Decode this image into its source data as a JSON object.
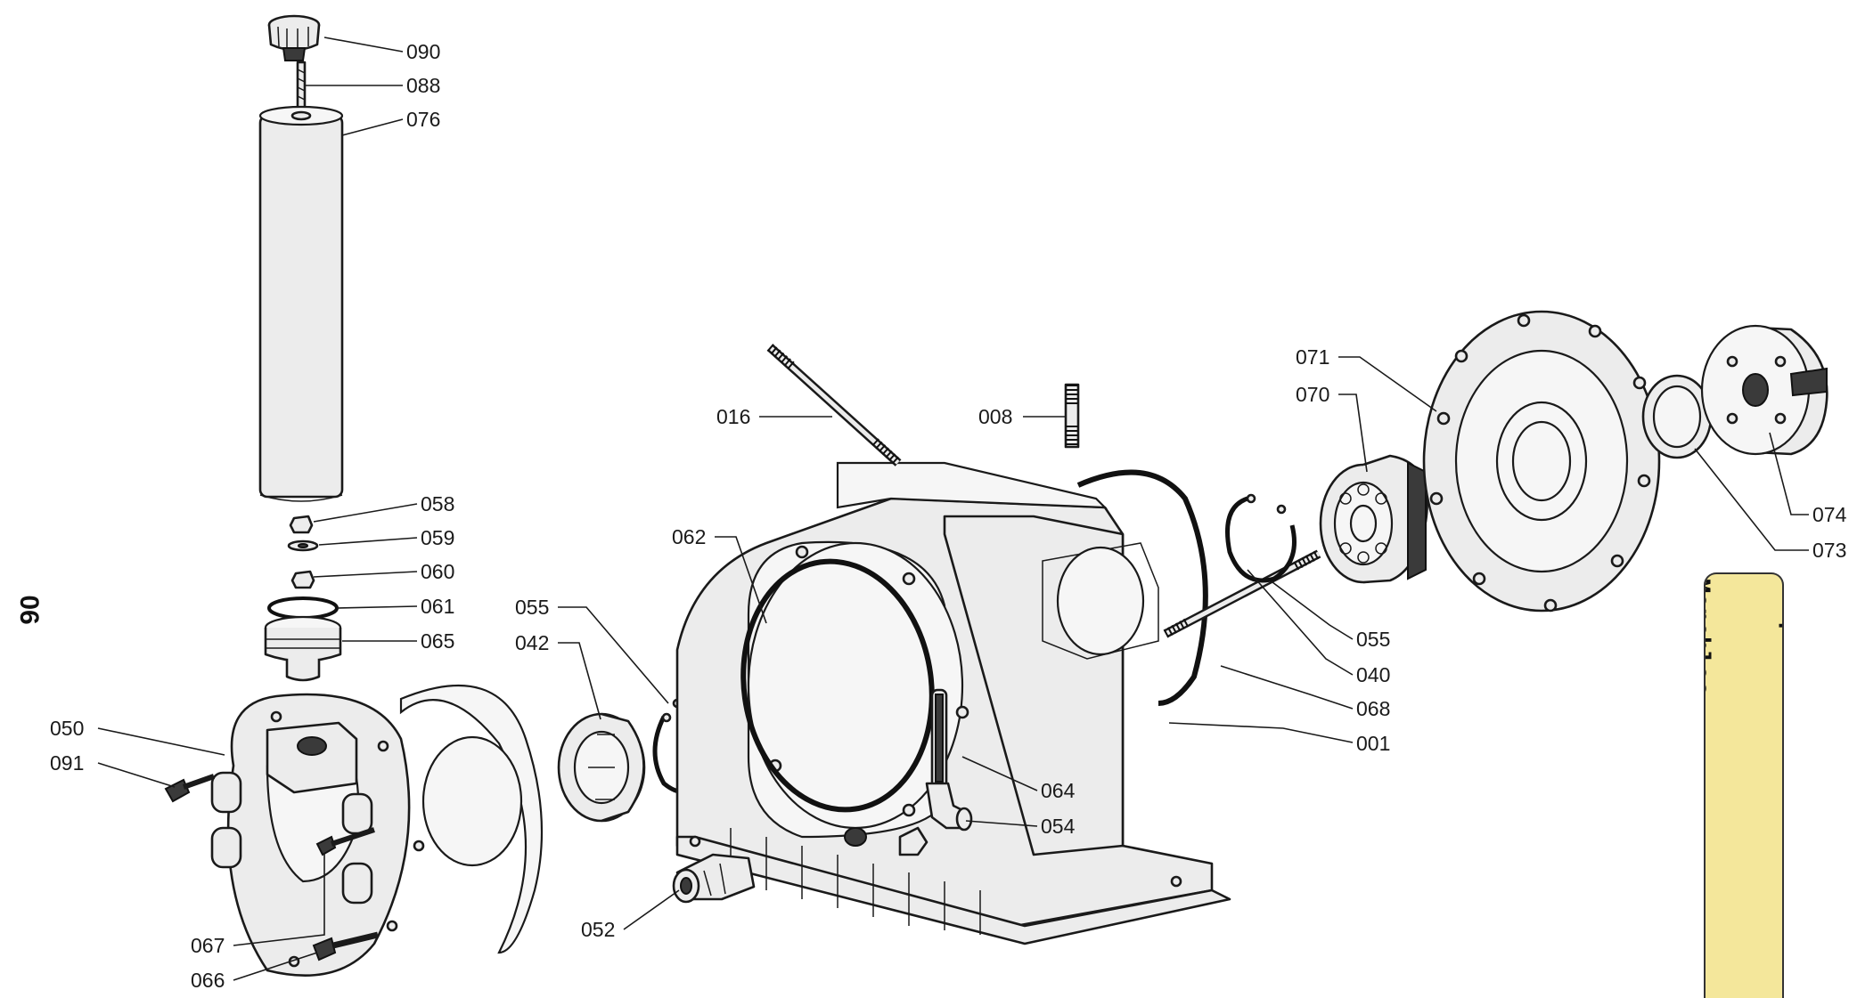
{
  "page": {
    "page_number": "06"
  },
  "side_tab": {
    "line_1": "Compresseur à haute",
    "line_2": "Monobloc"
  },
  "parts": [
    {
      "id": "p090",
      "number": "090",
      "name": "filter-knob"
    },
    {
      "id": "p088",
      "number": "088",
      "name": "threaded-rod"
    },
    {
      "id": "p076",
      "number": "076",
      "name": "filter-cartridge"
    },
    {
      "id": "p058",
      "number": "058",
      "name": "nut"
    },
    {
      "id": "p059",
      "number": "059",
      "name": "washer"
    },
    {
      "id": "p060",
      "number": "060",
      "name": "nut"
    },
    {
      "id": "p061",
      "number": "061",
      "name": "o-ring"
    },
    {
      "id": "p065",
      "number": "065",
      "name": "filter-head"
    },
    {
      "id": "p050",
      "number": "050",
      "name": "front-cover"
    },
    {
      "id": "p091",
      "number": "091",
      "name": "screw"
    },
    {
      "id": "p067",
      "number": "067",
      "name": "screw"
    },
    {
      "id": "p066",
      "number": "066",
      "name": "screw"
    },
    {
      "id": "p055a",
      "number": "055",
      "name": "retaining-ring"
    },
    {
      "id": "p042",
      "number": "042",
      "name": "needle-bearing"
    },
    {
      "id": "p062",
      "number": "062",
      "name": "o-ring"
    },
    {
      "id": "p016",
      "number": "016",
      "name": "stud"
    },
    {
      "id": "p008",
      "number": "008",
      "name": "stud"
    },
    {
      "id": "p052",
      "number": "052",
      "name": "hose-fitting"
    },
    {
      "id": "p064",
      "number": "064",
      "name": "sight-tube"
    },
    {
      "id": "p054",
      "number": "054",
      "name": "elbow-fitting"
    },
    {
      "id": "p071",
      "number": "071",
      "name": "rear-flange"
    },
    {
      "id": "p070",
      "number": "070",
      "name": "ball-bearing"
    },
    {
      "id": "p055b",
      "number": "055",
      "name": "retaining-ring"
    },
    {
      "id": "p040",
      "number": "040",
      "name": "stud"
    },
    {
      "id": "p068",
      "number": "068",
      "name": "o-ring"
    },
    {
      "id": "p001",
      "number": "001",
      "name": "crankcase"
    },
    {
      "id": "p074",
      "number": "074",
      "name": "coupling-hub"
    },
    {
      "id": "p073",
      "number": "073",
      "name": "shaft-seal"
    }
  ]
}
